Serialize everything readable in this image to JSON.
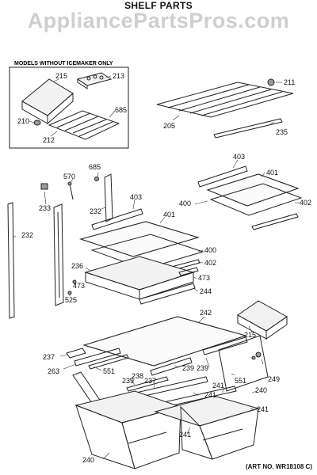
{
  "header": {
    "title": "SHELF PARTS",
    "watermark": "AppliancePartsPros.com"
  },
  "inset": {
    "title": "MODELS WITHOUT ICEMAKER ONLY"
  },
  "art_number": "(ART NO. WR18108 C)",
  "labels": {
    "l215a": "215",
    "l213": "213",
    "l685a": "685",
    "l210": "210",
    "l212": "212",
    "l211": "211",
    "l205": "205",
    "l235": "235",
    "l685b": "685",
    "l570": "570",
    "l233": "233",
    "l232a": "232",
    "l232b": "232",
    "l403a": "403",
    "l401a": "401",
    "l400a": "400",
    "l402a": "402",
    "l236": "236",
    "l473a": "473",
    "l473b": "473",
    "l525": "525",
    "l244": "244",
    "l403b": "403",
    "l401b": "401",
    "l400b": "400",
    "l402b": "402",
    "l215b": "215",
    "l242": "242",
    "l237a": "237",
    "l263": "263",
    "l551a": "551",
    "l238": "238",
    "l237b": "237",
    "l239a": "239",
    "l239b": "239",
    "l239c": "239",
    "l241a": "241",
    "l241b": "241",
    "l241c": "241",
    "l241d": "241",
    "l551b": "551",
    "l249": "249",
    "l240a": "240",
    "l240b": "240"
  }
}
